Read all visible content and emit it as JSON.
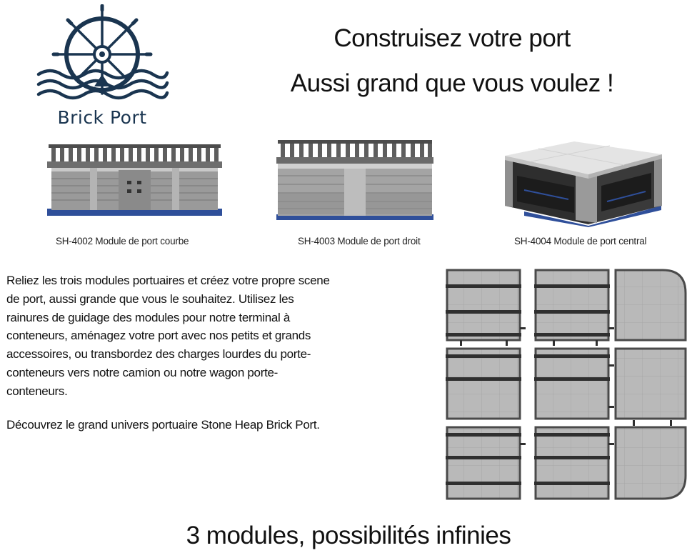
{
  "brand": {
    "name": "Brick Port",
    "logo_icon": "ship-wheel-icon",
    "logo_color": "#1a3550"
  },
  "headlines": {
    "line1": "Construisez votre port",
    "line2": "Aussi grand que vous voulez !"
  },
  "modules": [
    {
      "caption": "SH-4002 Module de port courbe",
      "icon": "curved-harbor-module-image"
    },
    {
      "caption": "SH-4003 Module de port droit",
      "icon": "straight-harbor-module-image"
    },
    {
      "caption": "SH-4004 Module de port central",
      "icon": "central-harbor-module-image"
    }
  ],
  "description": {
    "paragraph1": "Reliez les trois modules portuaires et créez votre propre scene de port, aussi grande que vous le souhaitez. Utilisez les rainures de guidage des modules pour notre terminal à conteneurs, aménagez votre port avec nos petits et grands accessoires, ou transbordez des charges lourdes du porte-conteneurs vers notre camion ou notre wagon porte-conteneurs.",
    "paragraph2": "Découvrez le grand univers portuaire Stone Heap Brick Port."
  },
  "tagline": "3 modules, possibilités infinies",
  "colors": {
    "navy": "#1a3550",
    "base_blue": "#2f4f9a",
    "stone_gray": "#9a9a9a",
    "dark_gray": "#3a3a3a",
    "plate_gray": "#b9b9b9"
  }
}
